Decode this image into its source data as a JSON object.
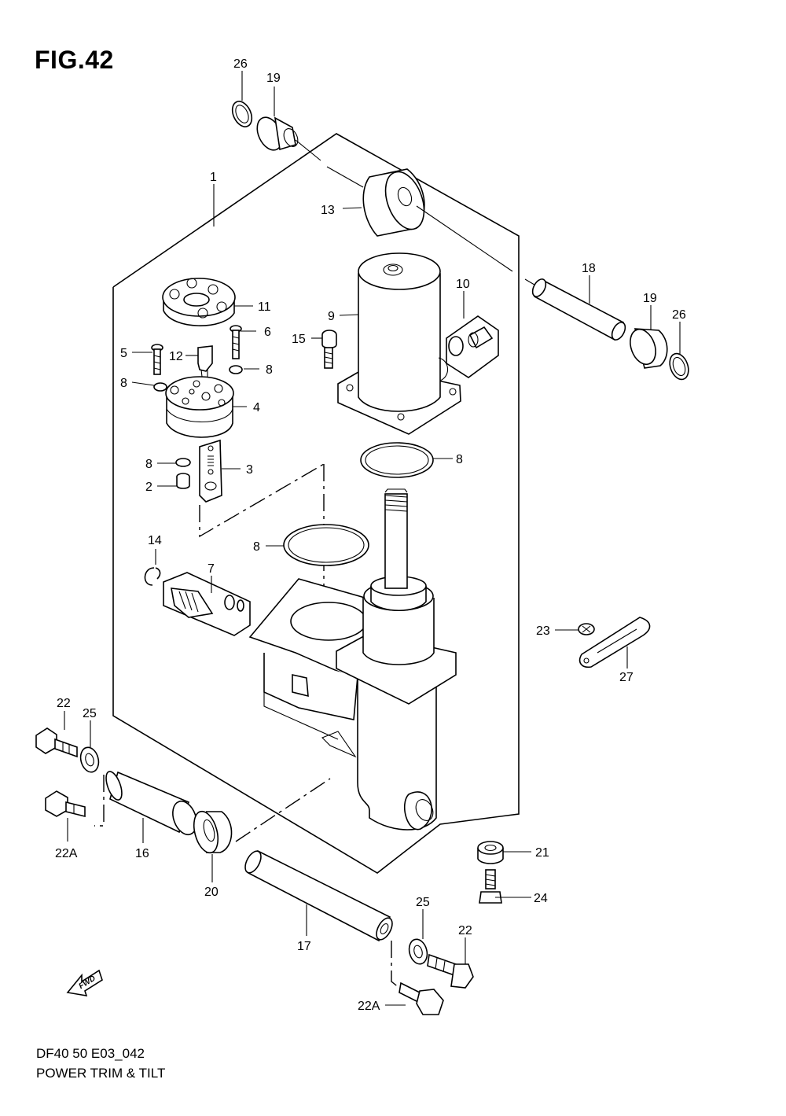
{
  "figure": {
    "title": "FIG.42"
  },
  "footer": {
    "code": "DF40 50 E03_042",
    "name": "POWER TRIM & TILT"
  },
  "fwd_label": "FWD",
  "callouts": {
    "c26a": "26",
    "c19a": "19",
    "c1": "1",
    "c13": "13",
    "c18": "18",
    "c19b": "19",
    "c26b": "26",
    "c10": "10",
    "c9": "9",
    "c11": "11",
    "c15": "15",
    "c6": "6",
    "c5": "5",
    "c12": "12",
    "c8a": "8",
    "c8b": "8",
    "c4": "4",
    "c8c": "8",
    "c8d": "8",
    "c3": "3",
    "c2": "2",
    "c8e": "8",
    "c14": "14",
    "c7": "7",
    "c23": "23",
    "c27": "27",
    "c22a": "22",
    "c25a": "25",
    "c22Aa": "22A",
    "c16": "16",
    "c20": "20",
    "c21": "21",
    "c24": "24",
    "c25b": "25",
    "c17": "17",
    "c22b": "22",
    "c22Ab": "22A"
  }
}
